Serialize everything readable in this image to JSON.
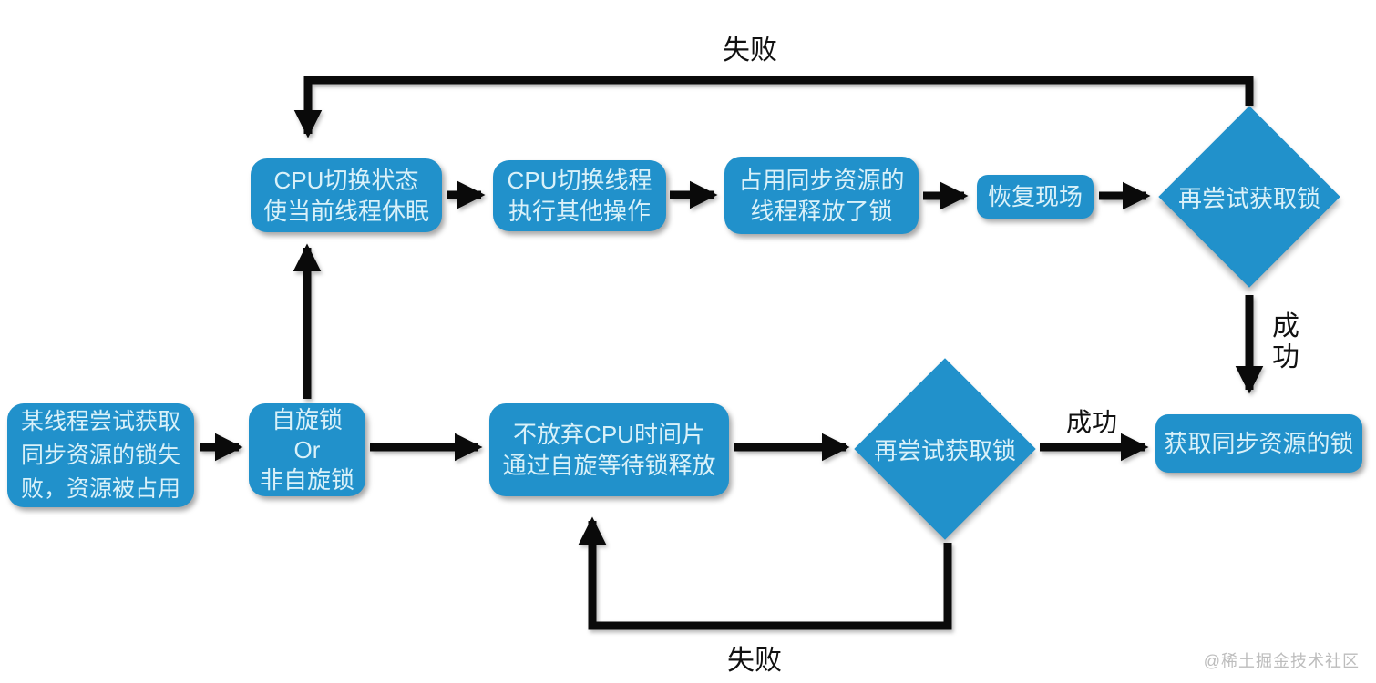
{
  "colors": {
    "node_fill": "#2191CB",
    "node_text": "#D9F1F9",
    "arrow": "#0A0A0A",
    "watermark": "#BDBDBD"
  },
  "nodes": {
    "start": {
      "lines": [
        "某线程尝试获取",
        "同步资源的锁失",
        "败，资源被占用"
      ]
    },
    "spin_or": {
      "lines": [
        "自旋锁",
        "Or",
        "非自旋锁"
      ]
    },
    "cpu_state": {
      "lines": [
        "CPU切换状态",
        "使当前线程休眠"
      ]
    },
    "cpu_thread": {
      "lines": [
        "CPU切换线程",
        "执行其他操作"
      ]
    },
    "release_lock": {
      "lines": [
        "占用同步资源的",
        "线程释放了锁"
      ]
    },
    "restore_scene": {
      "lines": [
        "恢复现场"
      ]
    },
    "retry_top": {
      "label": "再尝试获取锁"
    },
    "no_yield": {
      "lines": [
        "不放弃CPU时间片",
        "通过自旋等待锁释放"
      ]
    },
    "retry_bottom": {
      "label": "再尝试获取锁"
    },
    "acquire": {
      "lines": [
        "获取同步资源的锁"
      ]
    }
  },
  "edge_labels": {
    "fail_top": "失败",
    "fail_bottom": "失败",
    "success_vertical": "成功",
    "success_horizontal": "成功"
  },
  "watermark": "@稀土掘金技术社区"
}
